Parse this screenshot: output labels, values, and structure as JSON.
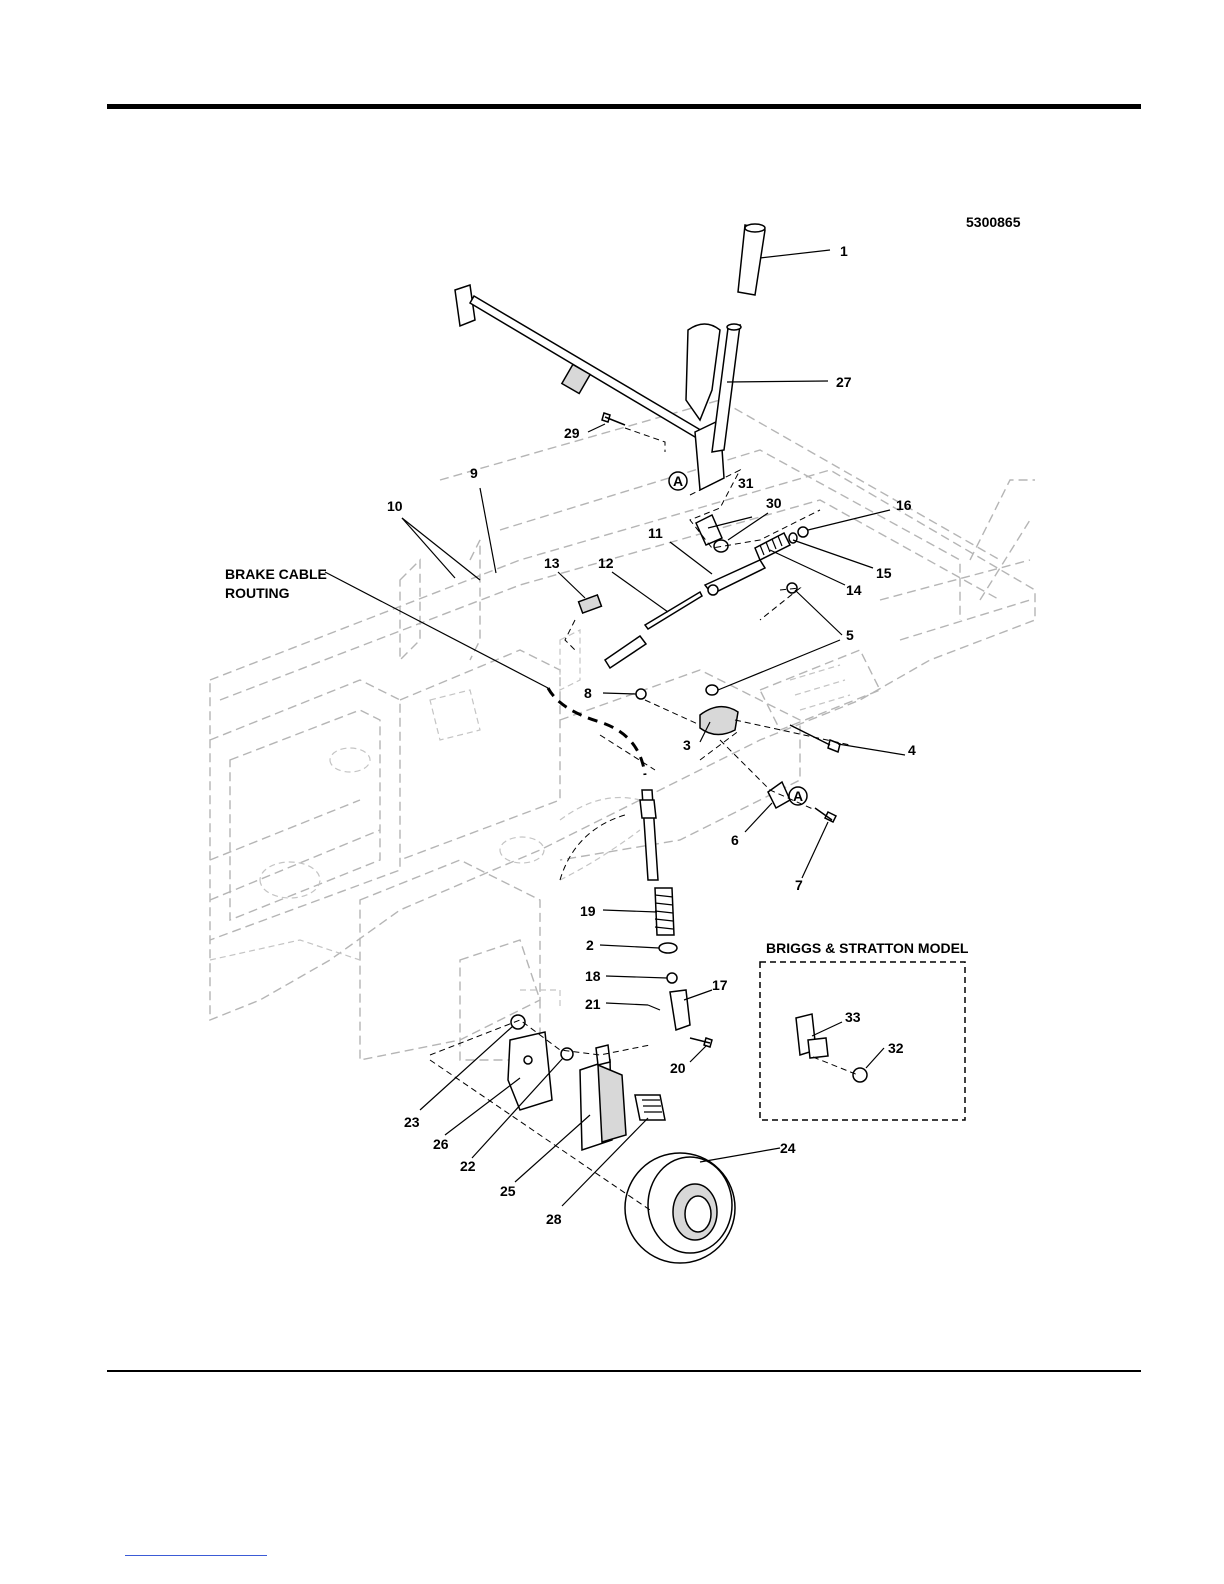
{
  "diagram": {
    "part_number": "5300865",
    "section_label_line1": "BRAKE CABLE",
    "section_label_line2": "ROUTING",
    "inset_title": "BRIGGS & STRATTON MODEL",
    "reference_marker": "A",
    "callouts": [
      {
        "id": "c1",
        "text": "1"
      },
      {
        "id": "c27",
        "text": "27"
      },
      {
        "id": "c29",
        "text": "29"
      },
      {
        "id": "c9",
        "text": "9"
      },
      {
        "id": "c10",
        "text": "10"
      },
      {
        "id": "c31",
        "text": "31"
      },
      {
        "id": "c30",
        "text": "30"
      },
      {
        "id": "c16",
        "text": "16"
      },
      {
        "id": "c11",
        "text": "11"
      },
      {
        "id": "c13",
        "text": "13"
      },
      {
        "id": "c12",
        "text": "12"
      },
      {
        "id": "c14",
        "text": "14"
      },
      {
        "id": "c15",
        "text": "15"
      },
      {
        "id": "c5",
        "text": "5"
      },
      {
        "id": "c8",
        "text": "8"
      },
      {
        "id": "c3",
        "text": "3"
      },
      {
        "id": "c4",
        "text": "4"
      },
      {
        "id": "c6",
        "text": "6"
      },
      {
        "id": "c7",
        "text": "7"
      },
      {
        "id": "c19",
        "text": "19"
      },
      {
        "id": "c2",
        "text": "2"
      },
      {
        "id": "c18",
        "text": "18"
      },
      {
        "id": "c17",
        "text": "17"
      },
      {
        "id": "c21",
        "text": "21"
      },
      {
        "id": "c20",
        "text": "20"
      },
      {
        "id": "c33",
        "text": "33"
      },
      {
        "id": "c32",
        "text": "32"
      },
      {
        "id": "c23",
        "text": "23"
      },
      {
        "id": "c26",
        "text": "26"
      },
      {
        "id": "c22",
        "text": "22"
      },
      {
        "id": "c25",
        "text": "25"
      },
      {
        "id": "c28",
        "text": "28"
      },
      {
        "id": "c24",
        "text": "24"
      }
    ]
  }
}
